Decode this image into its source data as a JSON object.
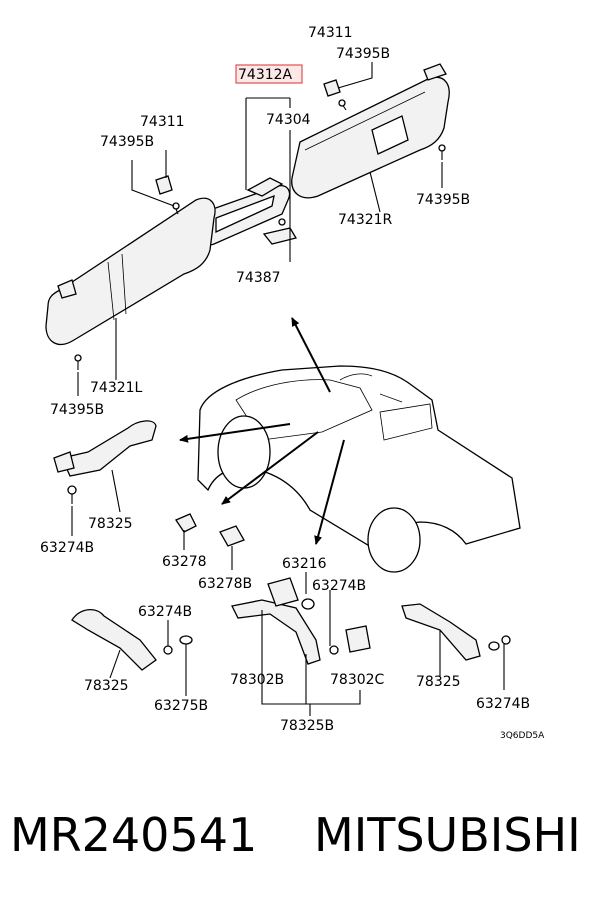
{
  "diagram": {
    "highlight_color": "#e05050",
    "labels": {
      "l74311_top": "74311",
      "l74395B_top": "74395B",
      "l74312A": "74312A",
      "l74304": "74304",
      "l74311_left": "74311",
      "l74395B_left": "74395B",
      "l74395B_right": "74395B",
      "l74321R": "74321R",
      "l74387": "74387",
      "l74321L": "74321L",
      "l74395B_bottom": "74395B",
      "l78325_left": "78325",
      "l63274B_left": "63274B",
      "l63278": "63278",
      "l63278B": "63278B",
      "l63216": "63216",
      "l63274B_mid": "63274B",
      "l63274B_lower": "63274B",
      "l78325_lower": "78325",
      "l63275B": "63275B",
      "l78302B": "78302B",
      "l78302C": "78302C",
      "l78325_right": "78325",
      "l63274B_right": "63274B",
      "l78325B": "78325B"
    },
    "diagram_code": "3Q6DD5A"
  },
  "caption": {
    "part_number": "MR240541",
    "brand": "MITSUBISHI"
  }
}
